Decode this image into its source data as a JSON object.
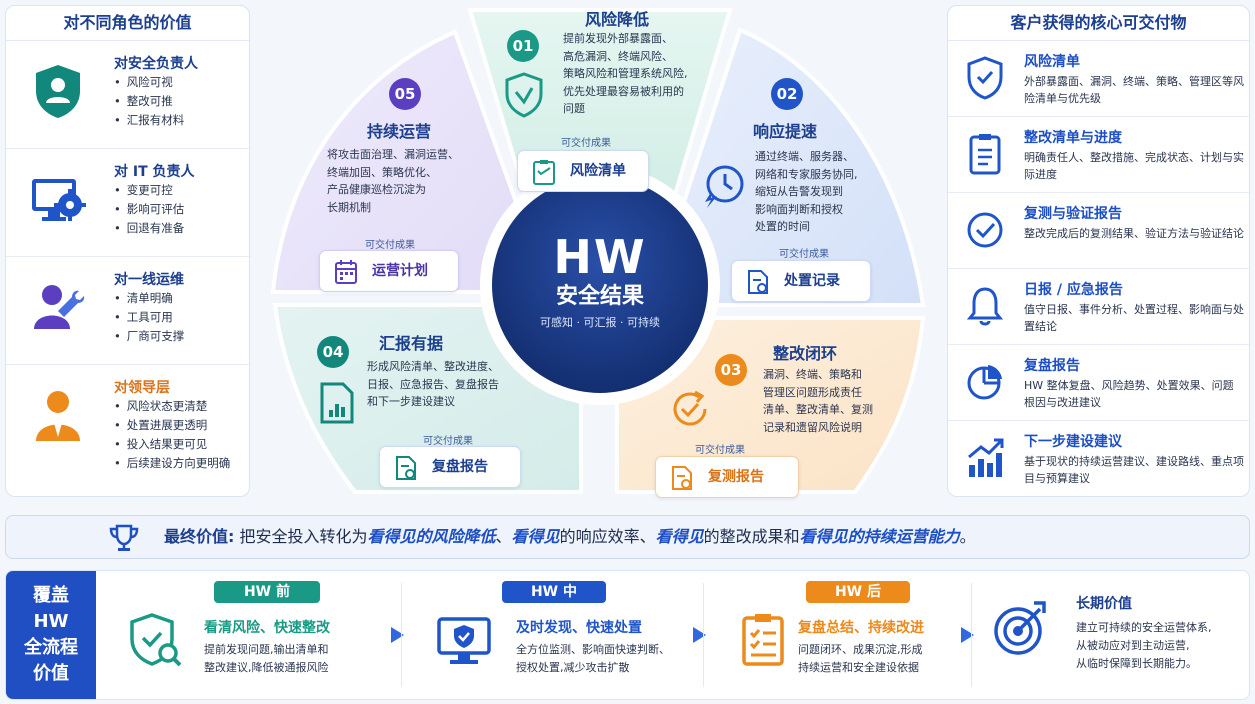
{
  "left_panel": {
    "title": "对不同角色的价值",
    "roles": [
      {
        "name": "对安全负责人",
        "icon": "security-officer-shield-icon",
        "items": [
          "风险可视",
          "整改可推",
          "汇报有材料"
        ]
      },
      {
        "name": "对 IT 负责人",
        "icon": "monitor-gear-icon",
        "items": [
          "变更可控",
          "影响可评估",
          "回退有准备"
        ]
      },
      {
        "name": "对一线运维",
        "icon": "operator-wrench-icon",
        "items": [
          "清单明确",
          "工具可用",
          "厂商可支撑"
        ]
      },
      {
        "name": "对领导层",
        "icon": "leader-person-icon",
        "items": [
          "风险状态更清楚",
          "处置进展更透明",
          "投入结果更可见",
          "后续建设方向更明确"
        ]
      }
    ]
  },
  "right_panel": {
    "title": "客户获得的核心可交付物",
    "items": [
      {
        "name": "风险清单",
        "icon": "shield-check-icon",
        "desc": "外部暴露面、漏洞、终端、策略、管理区等风险清单与优先级"
      },
      {
        "name": "整改清单与进度",
        "icon": "clipboard-list-icon",
        "desc": "明确责任人、整改措施、完成状态、计划与实际进度"
      },
      {
        "name": "复测与验证报告",
        "icon": "check-circle-icon",
        "desc": "整改完成后的复测结果、验证方法与验证结论"
      },
      {
        "name": "日报 / 应急报告",
        "icon": "bell-icon",
        "desc": "值守日报、事件分析、处置过程、影响面与处置结论"
      },
      {
        "name": "复盘报告",
        "icon": "pie-chart-icon",
        "desc": "HW 整体复盘、风险趋势、处置效果、问题根因与改进建议"
      },
      {
        "name": "下一步建设建议",
        "icon": "growth-chart-icon",
        "desc": "基于现状的持续运营建议、建设路线、重点项目与预算建议"
      }
    ]
  },
  "center": {
    "title": "HW",
    "subtitle": "安全结果",
    "tagline": "可感知 · 可汇报 · 可持续",
    "deliverable_label": "可交付成果",
    "segments": [
      {
        "num": "01",
        "title": "风险降低",
        "desc": [
          "提前发现外部暴露面、",
          "高危漏洞、终端风险、",
          "策略风险和管理系统风险,",
          "优先处理最容易被利用的",
          "问题"
        ],
        "card": "风险清单",
        "color": "#1a9a86"
      },
      {
        "num": "02",
        "title": "响应提速",
        "desc": [
          "通过终端、服务器、",
          "网络和专家服务协同,",
          "缩短从告警发现到",
          "影响面判断和授权",
          "处置的时间"
        ],
        "card": "处置记录",
        "color": "#1f55c9"
      },
      {
        "num": "03",
        "title": "整改闭环",
        "desc": [
          "漏洞、终端、策略和",
          "管理区问题形成责任",
          "清单、整改清单、复测",
          "记录和遗留风险说明"
        ],
        "card": "复测报告",
        "color": "#ec8a1c"
      },
      {
        "num": "04",
        "title": "汇报有据",
        "desc": [
          "形成风险清单、整改进度、",
          "日报、应急报告、复盘报告",
          "和下一步建设建议"
        ],
        "card": "复盘报告",
        "color": "#12877c"
      },
      {
        "num": "05",
        "title": "持续运营",
        "desc": [
          "将攻击面治理、漏洞运营、",
          "终端加固、策略优化、",
          "产品健康巡检沉淀为",
          "长期机制"
        ],
        "card": "运营计划",
        "color": "#5b3fc0"
      }
    ]
  },
  "final_value": {
    "label": "最终价值:",
    "parts": [
      {
        "t": "把安全投入转化为",
        "em": false
      },
      {
        "t": "看得见的风险降低",
        "em": true
      },
      {
        "t": "、",
        "em": false
      },
      {
        "t": "看得见",
        "em": true
      },
      {
        "t": "的响应效率、",
        "em": false
      },
      {
        "t": "看得见",
        "em": true
      },
      {
        "t": "的整改成果和",
        "em": false
      },
      {
        "t": "看得见的持续运营能力",
        "em": true
      },
      {
        "t": "。",
        "em": false
      }
    ]
  },
  "bottom": {
    "head": [
      "覆盖",
      "HW",
      "全流程",
      "价值"
    ],
    "stages": [
      {
        "badge": "HW 前",
        "badge_color": "#1a9a86",
        "title": "看清风险、快速整改",
        "title_color": "#1a9a86",
        "desc": [
          "提前发现问题,输出清单和",
          "整改建议,降低被通报风险"
        ],
        "icon": "shield-magnifier-icon"
      },
      {
        "badge": "HW 中",
        "badge_color": "#1f55c9",
        "title": "及时发现、快速处置",
        "title_color": "#1f55c9",
        "desc": [
          "全方位监测、影响面快速判断、",
          "授权处置,减少攻击扩散"
        ],
        "icon": "monitor-shield-icon"
      },
      {
        "badge": "HW 后",
        "badge_color": "#ec8a1c",
        "title": "复盘总结、持续改进",
        "title_color": "#ec8a1c",
        "desc": [
          "问题闭环、成果沉淀,形成",
          "持续运营和安全建设依据"
        ],
        "icon": "checklist-icon"
      },
      {
        "badge": "",
        "badge_color": "",
        "title": "长期价值",
        "title_color": "#1d3f8f",
        "desc": [
          "建立可持续的安全运营体系,",
          "从被动应对到主动运营,",
          "从临时保障到长期能力。"
        ],
        "icon": "target-arrow-icon"
      }
    ]
  },
  "colors": {
    "brand": "#1f4fc2",
    "teal": "#1a9a86",
    "orange": "#ec8a1c",
    "purple": "#5b3fc0",
    "navy": "#14306e"
  }
}
